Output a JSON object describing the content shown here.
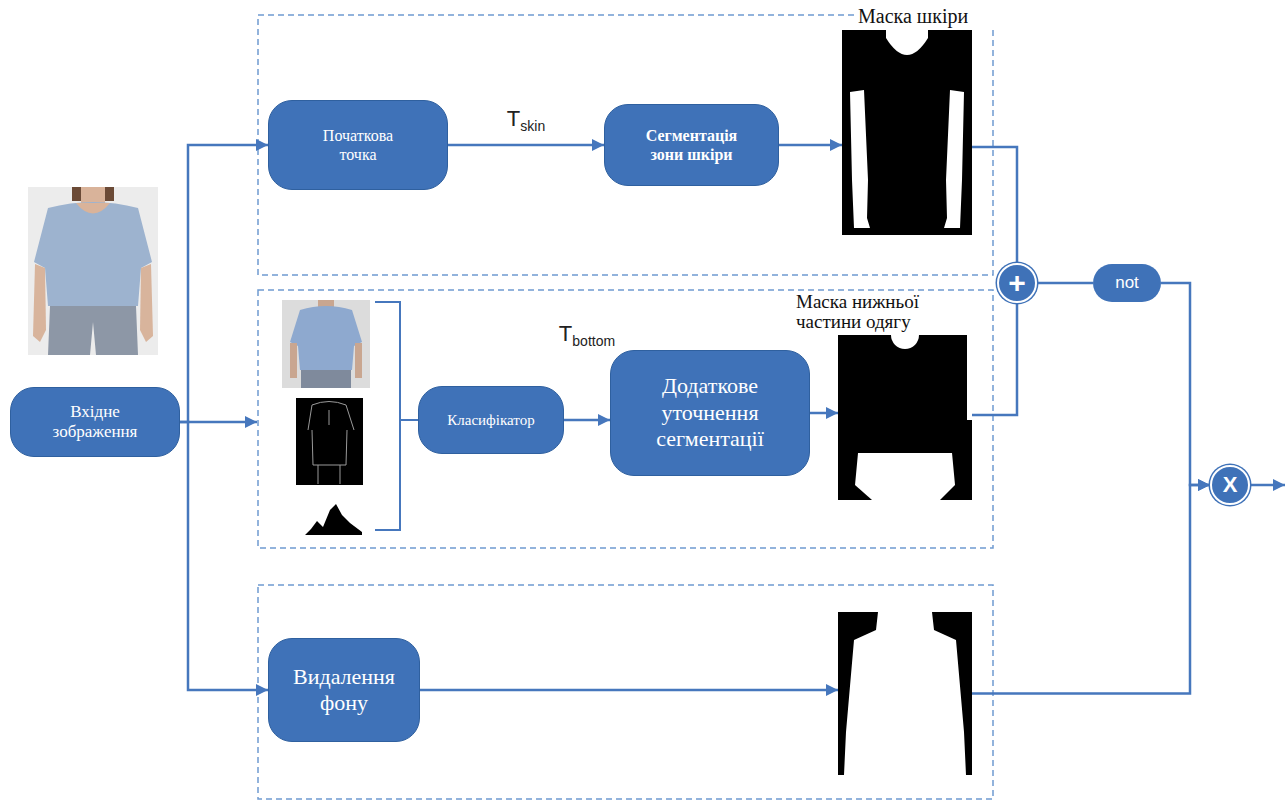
{
  "diagram": {
    "nodes": [
      {
        "text": [
          "Вхідне зображення"
        ]
      },
      {
        "text": [
          "Початкова точка"
        ]
      },
      {
        "text": [
          "Сегментація зони шкіри"
        ]
      },
      {
        "text": [
          "Маска шкіри"
        ]
      },
      {
        "text": [
          "Класифікатор"
        ]
      },
      {
        "text": [
          "Додаткове уточнення сегментації"
        ]
      },
      {
        "text": [
          "Маска нижньої частини одягу"
        ]
      },
      {
        "text": [
          "Видалення фону"
        ]
      },
      {
        "text": []
      },
      {
        "text": [
          "+"
        ]
      },
      {
        "text": [
          "not"
        ]
      },
      {
        "text": [
          "X"
        ]
      }
    ],
    "edges": [
      {
        "from": 0,
        "to": 1,
        "arrow": "to"
      },
      {
        "from": 1,
        "to": 2,
        "label": "Tskin",
        "arrow": "to"
      },
      {
        "from": 2,
        "to": 3,
        "arrow": "to"
      },
      {
        "from": 0,
        "to": 7,
        "arrow": "to"
      },
      {
        "from": 4,
        "to": 5,
        "label": "Tbottom",
        "arrow": "to"
      },
      {
        "from": 5,
        "to": 6,
        "arrow": "to"
      },
      {
        "from": 7,
        "to": 8,
        "arrow": "to"
      },
      {
        "from": 3,
        "to": 9,
        "arrow": "none"
      },
      {
        "from": 6,
        "to": 9,
        "arrow": "none"
      },
      {
        "from": 9,
        "to": 10,
        "arrow": "none"
      },
      {
        "from": 10,
        "to": 11,
        "arrow": "to"
      },
      {
        "from": 8,
        "to": 11,
        "arrow": "to"
      }
    ]
  }
}
